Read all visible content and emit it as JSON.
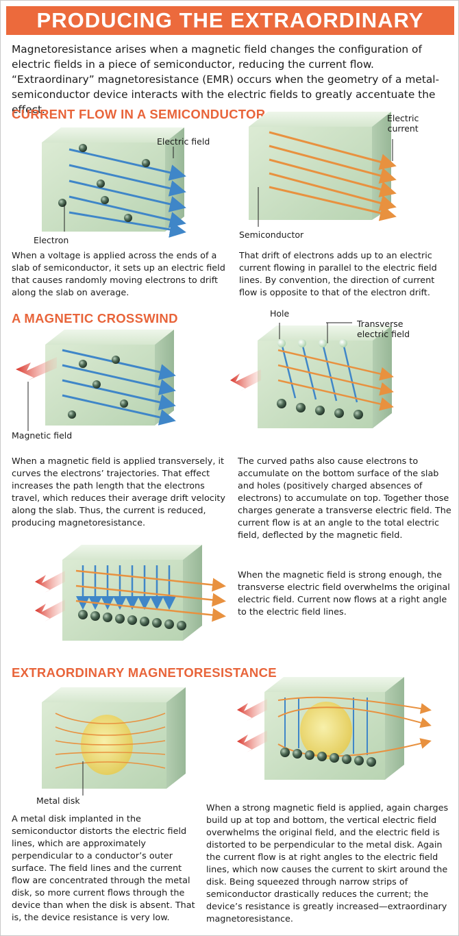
{
  "banner": {
    "title": "PRODUCING THE EXTRAORDINARY"
  },
  "intro": {
    "text": "Magnetoresistance arises when a magnetic field changes the configuration of electric fields in a piece of semiconductor, reducing the current flow. “Extraordinary” magnetoresistance (EMR) occurs when the geometry of a metal-semiconductor device interacts with the electric fields to greatly accentuate the effect."
  },
  "section1": {
    "heading": "CURRENT FLOW IN A SEMICONDUCTOR",
    "labels": {
      "electric_field": "Electric field",
      "electron": "Electron",
      "electric_current_1": "Electric",
      "electric_current_2": "current",
      "semiconductor": "Semiconductor"
    },
    "caption_left": "When a voltage is applied across the ends of a slab of semiconductor, it sets up an electric field that causes randomly moving electrons to drift along the slab on average.",
    "caption_right": "That drift of electrons adds up to an electric current flowing in parallel to the electric field lines. By convention, the direction of current flow is opposite to that of the electron drift."
  },
  "section2": {
    "heading": "A MAGNETIC CROSSWIND",
    "labels": {
      "hole": "Hole",
      "transverse_1": "Transverse",
      "transverse_2": "electric field",
      "magnetic_field": "Magnetic field"
    },
    "caption_left": "When a magnetic field is applied transversely, it curves the electrons’ trajectories. That effect increases the path length that the electrons travel, which reduces their average drift velocity along the slab. Thus, the current is reduced, producing magnetoresistance.",
    "caption_right": "The curved paths also cause electrons to accumulate on the bottom surface of the slab and holes (positively charged absences of electrons) to accumulate on top. Together those charges generate a transverse electric field. The current flow is at an angle to the total electric field, deflected by the magnetic field.",
    "caption_strong": "When the magnetic field is strong enough, the transverse electric field overwhelms the original electric field. Current now flows at a right angle to the electric field lines."
  },
  "section3": {
    "heading": "EXTRAORDINARY MAGNETORESISTANCE",
    "labels": {
      "metal_disk": "Metal disk"
    },
    "caption_left": "A metal disk implanted in the semiconductor distorts the electric field lines, which are approximately perpendicular to a conductor’s outer surface. The field lines and the current flow are concentrated through the metal disk, so more current flows through the device than when the disk is absent. That is, the device resistance is very low.",
    "caption_right": "When a strong magnetic field is applied, again charges build up at top and bottom, the vertical electric field overwhelms the original field, and the electric field is distorted to be perpendicular to the metal disk. Again the current flow is at right angles to the electric field lines, which now causes the current to skirt around the disk. Being squeezed through narrow strips of semiconductor drastically reduces the current; the device’s resistance is greatly increased—extraordinary magnetoresistance."
  },
  "colors": {
    "accent": "#ec6a3c",
    "field_blue": "#3f86c8",
    "current_orange": "#e8913f",
    "slab": "#cfe3c8",
    "magnet_red": "#d8342a"
  }
}
